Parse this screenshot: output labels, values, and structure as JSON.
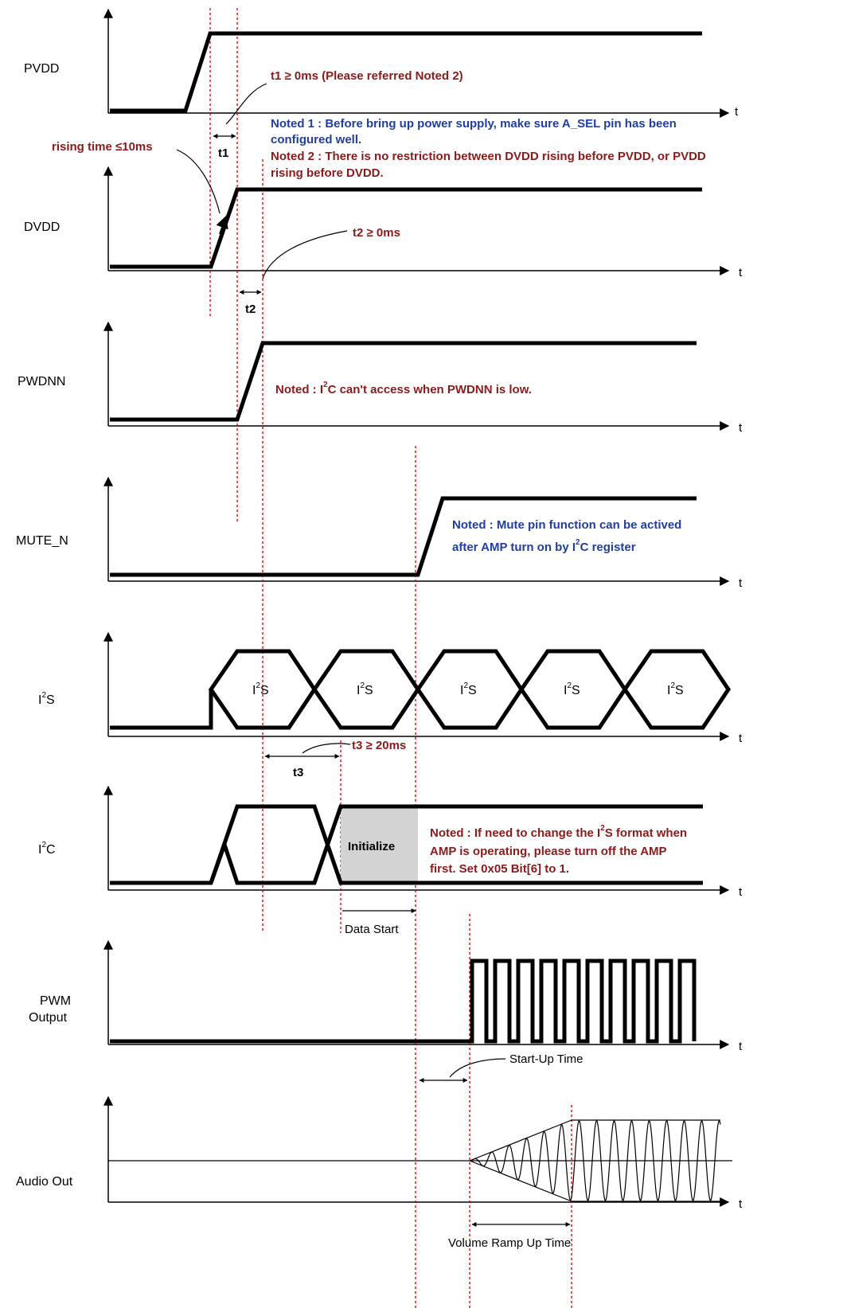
{
  "signals": {
    "pvdd": "PVDD",
    "dvdd": "DVDD",
    "pwdnn": "PWDNN",
    "mute_n": "MUTE_N",
    "i2s": {
      "base": "I",
      "sup": "2",
      "rest": "S"
    },
    "i2c": {
      "base": "I",
      "sup": "2",
      "rest": "C"
    },
    "pwm_line1": "PWM",
    "pwm_line2": "Output",
    "audio_out": "Audio Out"
  },
  "axis_t": "t",
  "notes": {
    "t1_cond": "t1 ≥ 0ms (Please referred Noted 2)",
    "t1": "t1",
    "noted1_line1": "Noted 1 : Before bring up power supply, make sure A_SEL pin has been",
    "noted1_line2": "configured well.",
    "noted2_line1": "Noted 2 : There is no restriction between DVDD rising before PVDD, or PVDD",
    "noted2_line2": "rising before DVDD.",
    "rising_time": "rising time ≤10ms",
    "t2_cond": "t2 ≥ 0ms",
    "t2": "t2",
    "pwdnn_note_a": "Noted : I",
    "pwdnn_note_sup": "2",
    "pwdnn_note_b": "C can't access when PWDNN is low.",
    "mute_note_line1": "Noted : Mute pin function can be actived",
    "mute_note_line2a": "after AMP turn on by I",
    "mute_note_line2sup": "2",
    "mute_note_line2b": "C register",
    "i2s_cell_base": "I",
    "i2s_cell_sup": "2",
    "i2s_cell_rest": "S",
    "t3_cond": "t3 ≥ 20ms",
    "t3": "t3",
    "initialize": "Initialize",
    "i2c_note_line1a": "Noted : If need to change the I",
    "i2c_note_line1sup": "2",
    "i2c_note_line1b": "S format when",
    "i2c_note_line2": "AMP is operating, please turn off the AMP",
    "i2c_note_line3": "first. Set 0x05 Bit[6] to 1.",
    "data_start": "Data Start",
    "start_up_time": "Start-Up Time",
    "volume_ramp": "Volume Ramp Up Time"
  },
  "colors": {
    "note_red": "#8B1A1A",
    "note_blue": "#1F3FA0",
    "guide_red": "#CC0000",
    "init_fill": "#D3D3D3"
  }
}
